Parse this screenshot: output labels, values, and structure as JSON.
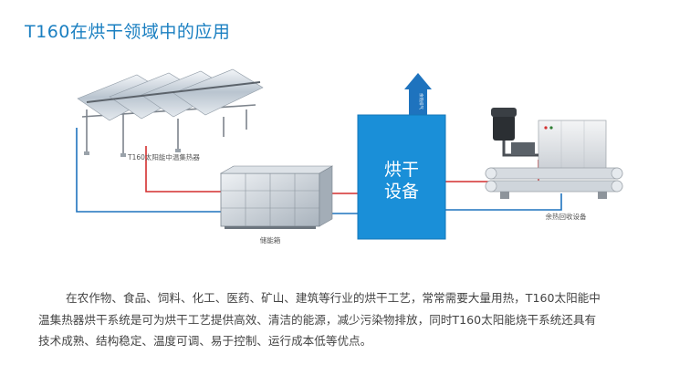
{
  "title": "T160在烘干领域中的应用",
  "diagram": {
    "collector_label": "T160太阳能中温集热器",
    "tank_label": "储能箱",
    "dryer_label_line1": "烘干",
    "dryer_label_line2": "设备",
    "exhaust_label": "余热排气",
    "recovery_label": "余热回收设备",
    "colors": {
      "hot_pipe": "#d32f2f",
      "cold_pipe": "#1e73be",
      "dryer_fill": "#1a8fd8",
      "arrow_fill": "#1e73be",
      "title": "#1a7fc1"
    }
  },
  "description": "在农作物、食品、饲料、化工、医药、矿山、建筑等行业的烘干工艺，常常需要大量用热，T160太阳能中\n温集热器烘干系统是可为烘干工艺提供高效、清洁的能源，减少污染物排放，同时T160太阳能烧干系统还具有\n技术成熟、结构稳定、温度可调、易于控制、运行成本低等优点。"
}
